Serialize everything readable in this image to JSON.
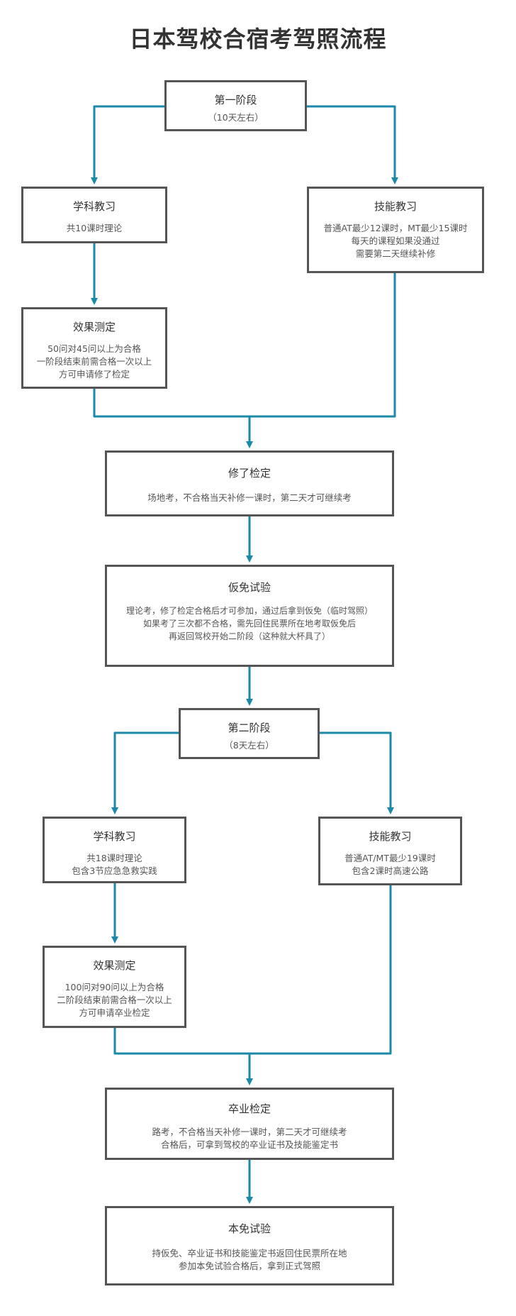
{
  "title": "日本驾校合宿考驾照流程",
  "nodes": {
    "stage1": {
      "title": "第一阶段",
      "sub": "（10天左右）"
    },
    "theory1": {
      "title": "学科教习",
      "lines": [
        "共10课时理论"
      ]
    },
    "skill1": {
      "title": "技能教习",
      "lines": [
        "普通AT最少12课时，MT最少15课时",
        "每天的课程如果没通过",
        "需要第二天继续补修"
      ]
    },
    "effect1": {
      "title": "效果测定",
      "lines": [
        "50问对45问以上为合格",
        "一阶段结束前需合格一次以上",
        "方可申请修了检定"
      ]
    },
    "completion": {
      "title": "修了检定",
      "lines": [
        "场地考，不合格当天补修一课时，第二天才可继续考"
      ]
    },
    "provisional": {
      "title": "仮免试验",
      "lines": [
        "理论考，修了检定合格后才可参加，通过后拿到仮免（临时驾照）",
        "如果考了三次都不合格，需先回住民票所在地考取仮免后",
        "再返回驾校开始二阶段（这种就大杯具了）"
      ]
    },
    "stage2": {
      "title": "第二阶段",
      "sub": "（8天左右）"
    },
    "theory2": {
      "title": "学科教习",
      "lines": [
        "共18课时理论",
        "包含3节应急急救实践"
      ]
    },
    "skill2": {
      "title": "技能教习",
      "lines": [
        "普通AT/MT最少19课时",
        "包含2课时高速公路"
      ]
    },
    "effect2": {
      "title": "效果测定",
      "lines": [
        "100问对90问以上为合格",
        "二阶段结束前需合格一次以上",
        "方可申请卒业检定"
      ]
    },
    "graduation": {
      "title": "卒业检定",
      "lines": [
        "路考，不合格当天补修一课时，第二天才可继续考",
        "合格后，可拿到驾校的卒业证书及技能鉴定书"
      ]
    },
    "license": {
      "title": "本免试验",
      "lines": [
        "持仮免、卒业证书和技能鉴定书返回住民票所在地",
        "参加本免试验合格后，拿到正式驾照"
      ]
    }
  },
  "colors": {
    "arrow": "#1a8aa8",
    "border": "#555555",
    "title": "#333333",
    "text": "#555555"
  }
}
